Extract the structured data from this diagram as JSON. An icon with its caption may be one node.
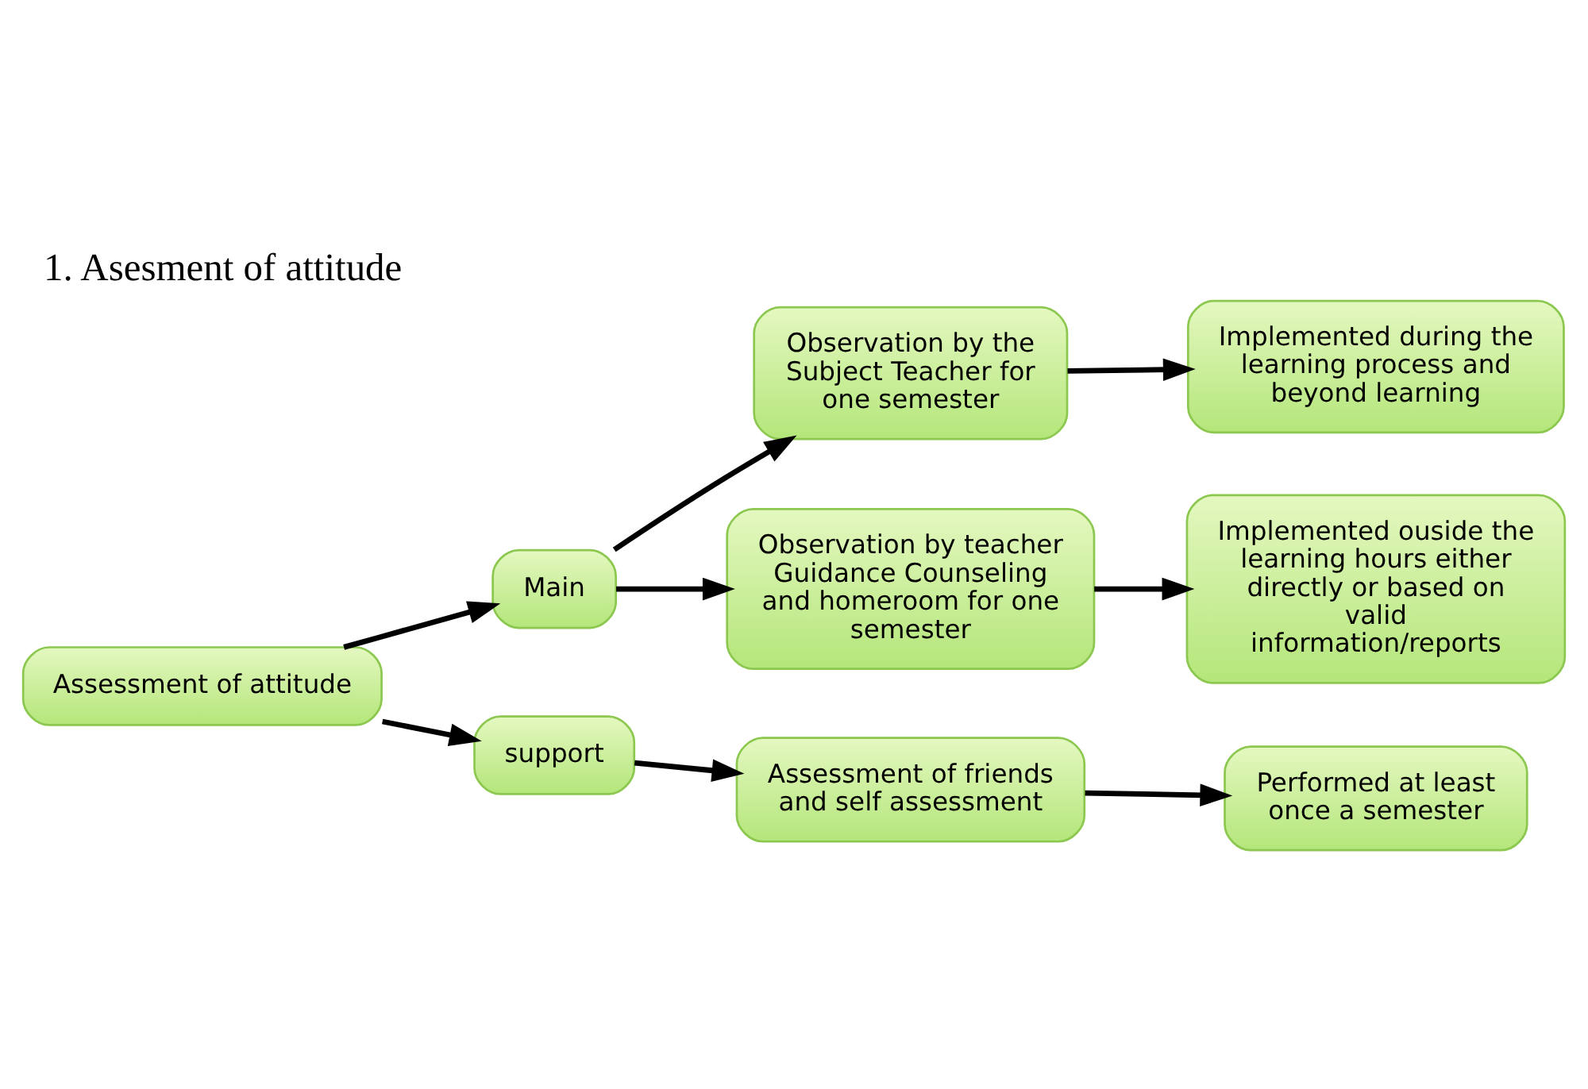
{
  "diagram": {
    "title": "1. Asesment of attitude",
    "nodes": [
      {
        "text": [
          "Assessment of attitude"
        ]
      },
      {
        "text": [
          "Main"
        ]
      },
      {
        "text": [
          "Observation by the Subject Teacher for one semester"
        ]
      },
      {
        "text": [
          "Implemented during the learning process and beyond learning"
        ]
      },
      {
        "text": [
          "Observation by teacher Guidance Counseling and homeroom for one semester"
        ]
      },
      {
        "text": [
          "Implemented ouside the learning hours either directly or based on valid information/reports"
        ]
      },
      {
        "text": [
          "support"
        ]
      },
      {
        "text": [
          "Assessment of friends and self assessment"
        ]
      },
      {
        "text": [
          "Performed at least once a semester"
        ]
      }
    ],
    "edges": [
      {
        "from": 0,
        "to": 1,
        "arrow": "to"
      },
      {
        "from": 1,
        "to": 2,
        "arrow": "to"
      },
      {
        "from": 2,
        "to": 3,
        "arrow": "to"
      },
      {
        "from": 1,
        "to": 4,
        "arrow": "to"
      },
      {
        "from": 4,
        "to": 5,
        "arrow": "to"
      },
      {
        "from": 0,
        "to": 6,
        "arrow": "to"
      },
      {
        "from": 6,
        "to": 7,
        "arrow": "to"
      },
      {
        "from": 7,
        "to": 8,
        "arrow": "to"
      }
    ]
  }
}
